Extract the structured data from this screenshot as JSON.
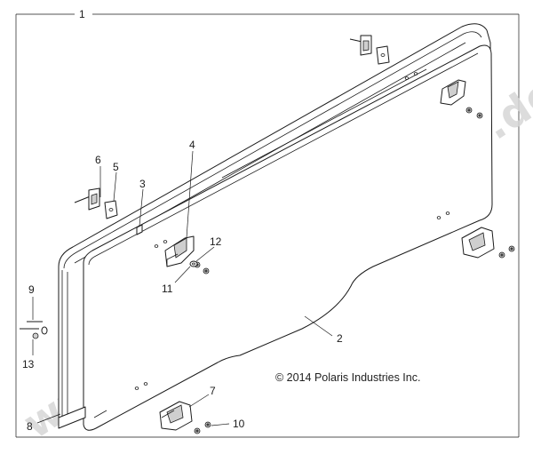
{
  "callouts": {
    "c1": "1",
    "c2": "2",
    "c3": "3",
    "c4": "4",
    "c5": "5",
    "c6": "6",
    "c7": "7",
    "c8": "8",
    "c9": "9",
    "c10": "10",
    "c11": "11",
    "c12": "12",
    "c13": "13"
  },
  "copyright": "© 2014 Polaris Industries Inc.",
  "watermark": "www.polarisersatzteile.de"
}
